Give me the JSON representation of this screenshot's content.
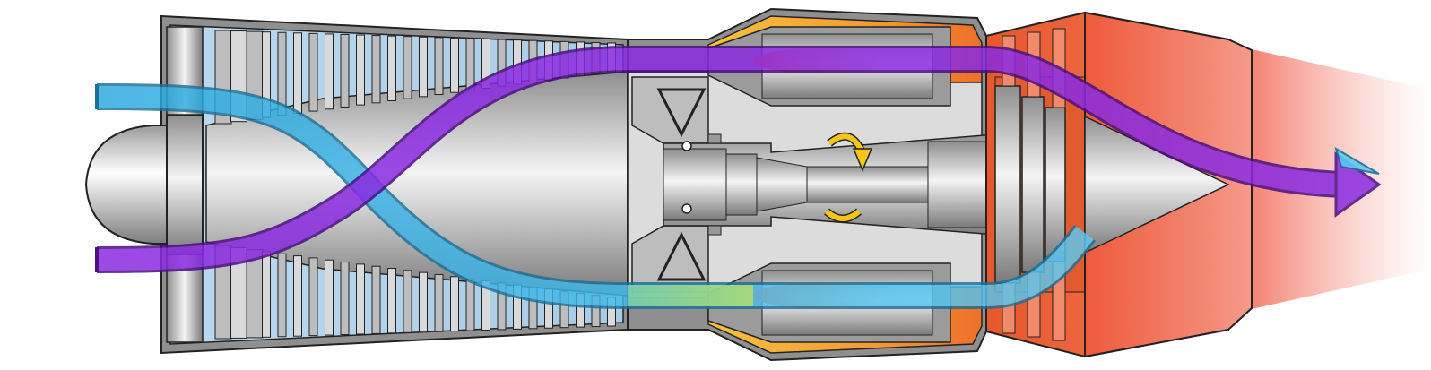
{
  "diagram": {
    "subject": "turbojet-engine-cutaway",
    "sections": [
      "nose-cone",
      "axial-compressor",
      "combustion-chamber",
      "turbine",
      "exhaust-nozzle"
    ],
    "flows": [
      "cool-air-flow",
      "hot-gas-flow"
    ],
    "rotation_indicator": "shaft-rotation-arrow",
    "colors": {
      "casing": "#9a9a9a",
      "metal_light": "#f2f2f2",
      "metal_dark": "#6e6e6e",
      "compressor_bg": "#c6def0",
      "combustor_casing": "#f2a33a",
      "combustor_hot": "#f07a2a",
      "turbine_casing": "#e85c2a",
      "nozzle": "#f07060",
      "cool_flow": "#35b6ea",
      "hot_flow": "#8a2be2",
      "rotation_arrow": "#f5c518",
      "outline": "#222222"
    }
  }
}
